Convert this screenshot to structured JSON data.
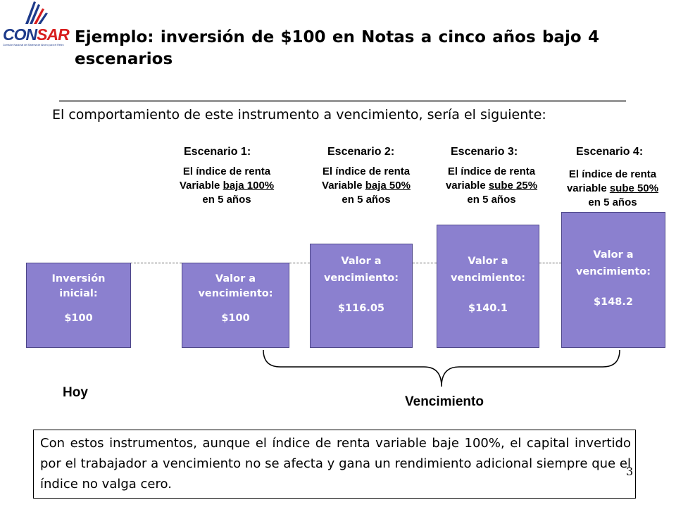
{
  "logo": {
    "text_a": "CON",
    "text_b": "SAR",
    "subtext": "Comisión Nacional del Sistema de Ahorro para el Retiro"
  },
  "title": "Ejemplo: inversión de $100 en Notas a cinco años bajo 4 escenarios",
  "subtitle": "El comportamiento de este instrumento a vencimiento, sería el siguiente:",
  "scenarios": [
    {
      "heading": "Escenario 1:",
      "line1": "El índice de renta",
      "line2_pre": "Variable ",
      "line2_u": "baja 100%",
      "line3": "en 5 años"
    },
    {
      "heading": "Escenario 2:",
      "line1": "El índice de renta",
      "line2_pre": "Variable ",
      "line2_u": "baja 50%",
      "line3": "en 5 años"
    },
    {
      "heading": "Escenario 3:",
      "line1": "El índice de renta",
      "line2_pre": "variable ",
      "line2_u": "sube 25%",
      "line3": "en 5 años"
    },
    {
      "heading": "Escenario 4:",
      "line1": "El índice de renta",
      "line2_pre": "variable ",
      "line2_u": "sube 50%",
      "line3": "en 5 años"
    }
  ],
  "boxes": [
    {
      "line1": "Inversión",
      "line2": "inicial:",
      "value": "$100"
    },
    {
      "line1": "Valor a",
      "line2": "vencimiento:",
      "value": "$100"
    },
    {
      "line1": "Valor a",
      "line2": "vencimiento:",
      "value": "$116.05"
    },
    {
      "line1": "Valor a",
      "line2": "vencimiento:",
      "value": "$140.1"
    },
    {
      "line1": "Valor a",
      "line2": "vencimiento:",
      "value": "$148.2"
    }
  ],
  "labels": {
    "hoy": "Hoy",
    "vencimiento": "Vencimiento"
  },
  "note": "Con estos instrumentos, aunque el índice de renta variable baje 100%, el capital invertido por el trabajador a vencimiento no se afecta y gana un rendimiento adicional siempre que el índice no valga cero.",
  "page_number": "3",
  "colors": {
    "box_fill": "#8b80cf",
    "logo_blue": "#1d3a8a",
    "logo_red": "#d81e1e",
    "rule": "#999999"
  }
}
